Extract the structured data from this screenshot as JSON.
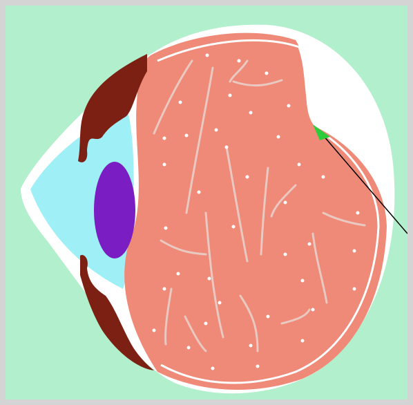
{
  "diagram": {
    "colors": {
      "background": "#b2efcc",
      "frame": "#d4d4d4",
      "sclera_outline": "#ffffff",
      "vitreous": "#ef8a78",
      "cornea": "#9ff0f6",
      "iris_ciliary": "#7b2012",
      "lens": "#7a1dc2",
      "pointer_tip": "#2ecc3a",
      "pointer_line": "#000000",
      "fibers": "#e9c9c1"
    },
    "parts": [
      {
        "name": "cornea",
        "icon": "cornea-shape"
      },
      {
        "name": "lens",
        "icon": "lens-ellipse"
      },
      {
        "name": "iris-ciliary-body",
        "icon": "iris-shape"
      },
      {
        "name": "vitreous-body",
        "icon": "vitreous-shape"
      },
      {
        "name": "retina-pointer",
        "icon": "arrow-icon"
      }
    ]
  }
}
